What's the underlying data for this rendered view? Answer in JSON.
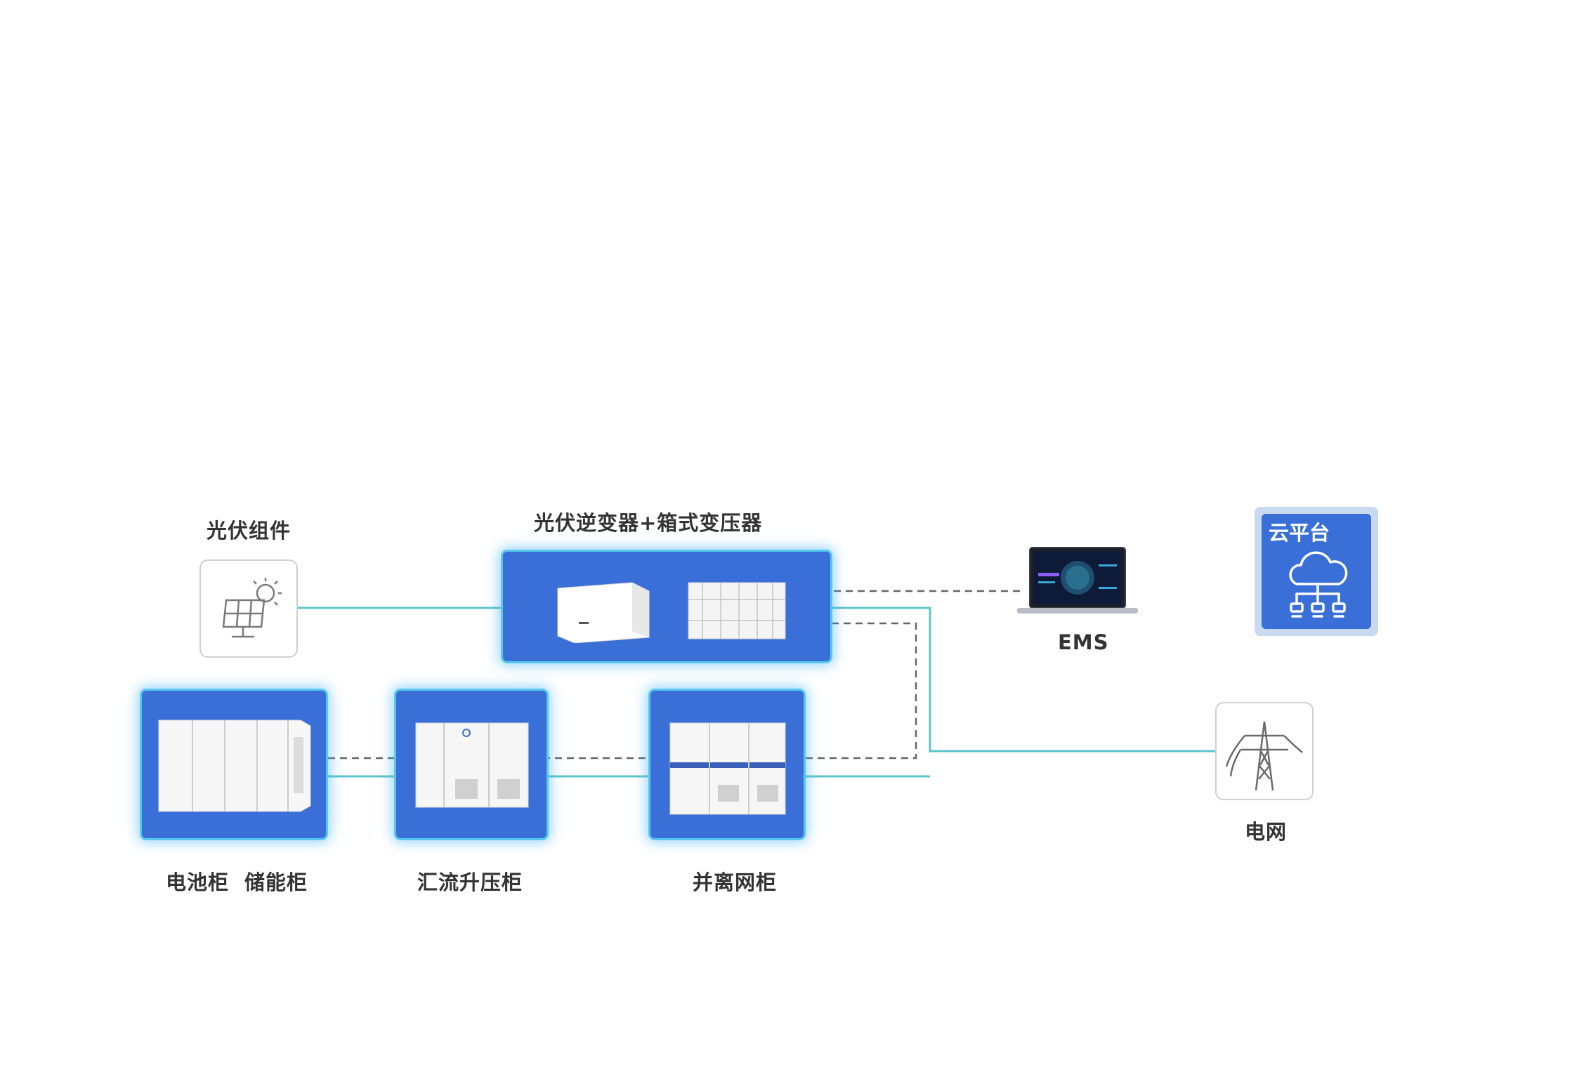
{
  "labels": {
    "pv_modules": "光伏组件",
    "inverter_transformer": "光伏逆变器+箱式变压器",
    "ems": "EMS",
    "cloud_platform": "云平台",
    "grid": "电网",
    "battery_cabinet": "电池柜",
    "storage_cabinet": "储能柜",
    "combiner_booster": "汇流升压柜",
    "on_off_grid": "并离网柜"
  },
  "icons": {
    "pv_modules": "solar-panel-icon",
    "cloud_platform": "cloud-network-icon",
    "grid": "power-tower-icon",
    "ems": "laptop-icon"
  },
  "colors": {
    "card_fill": "#3a6fd8",
    "card_glow": "#56c8f0",
    "power_line": "#5cc4cc",
    "comm_line": "#666666",
    "text": "#333333"
  }
}
